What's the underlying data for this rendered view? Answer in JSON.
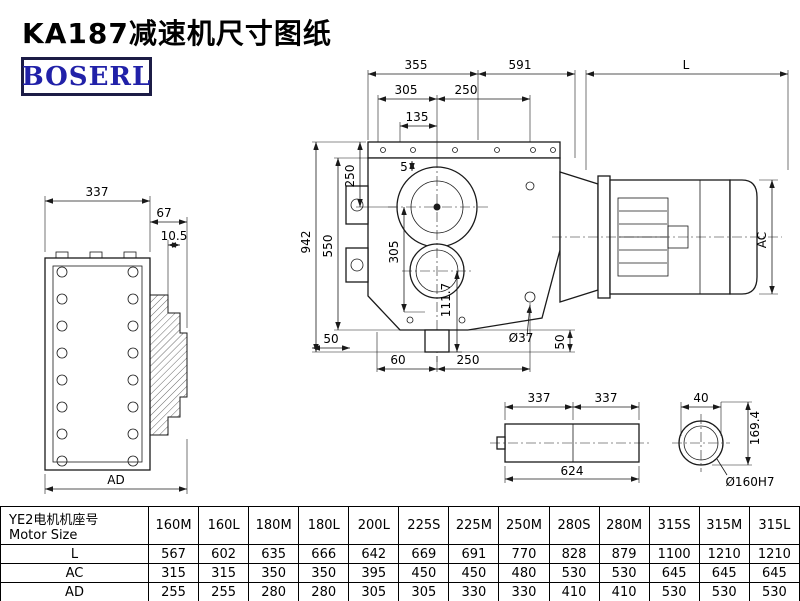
{
  "page": {
    "title": "KA187减速机尺寸图纸",
    "logo_text": "BOSERL"
  },
  "dims": {
    "t355": "355",
    "t591": "591",
    "tL": "L",
    "t305": "305",
    "t250": "250",
    "t135": "135",
    "v250": "250",
    "v5": "5",
    "v305": "305",
    "v550": "550",
    "v942": "942",
    "v1117": "111.7",
    "b50": "50",
    "b60": "60",
    "b250": "250",
    "bphi37": "Ø37",
    "r50": "50",
    "rAC": "AC",
    "f337": "337",
    "f67": "67",
    "f105": "10.5",
    "fAD": "AD",
    "s337a": "337",
    "s337b": "337",
    "s624": "624",
    "e40": "40",
    "e1694": "169.4",
    "ephi160": "Ø160H7"
  },
  "table": {
    "header_line1": "YE2电机机座号",
    "header_line2": "Motor Size",
    "columns": [
      "160M",
      "160L",
      "180M",
      "180L",
      "200L",
      "225S",
      "225M",
      "250M",
      "280S",
      "280M",
      "315S",
      "315M",
      "315L"
    ],
    "rows": [
      {
        "label": "L",
        "values": [
          "567",
          "602",
          "635",
          "666",
          "642",
          "669",
          "691",
          "770",
          "828",
          "879",
          "1100",
          "1210",
          "1210"
        ]
      },
      {
        "label": "AC",
        "values": [
          "315",
          "315",
          "350",
          "350",
          "395",
          "450",
          "450",
          "480",
          "530",
          "530",
          "645",
          "645",
          "645"
        ]
      },
      {
        "label": "AD",
        "values": [
          "255",
          "255",
          "280",
          "280",
          "305",
          "305",
          "330",
          "330",
          "410",
          "410",
          "530",
          "530",
          "530"
        ]
      }
    ]
  }
}
